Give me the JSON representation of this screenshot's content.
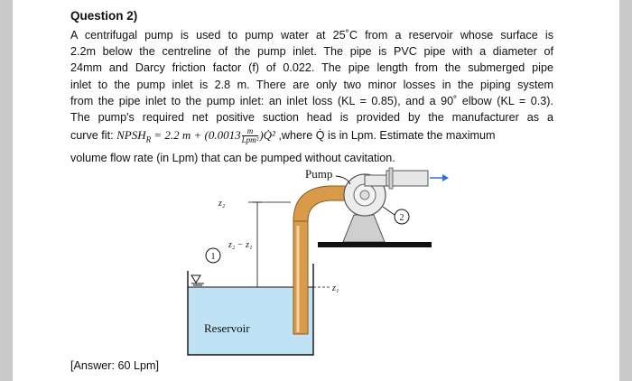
{
  "question": {
    "title": "Question 2)",
    "lines": [
      "A centrifugal pump is used to pump water at 25˚C from a reservoir whose surface is",
      "2.2m below the centreline of the pump inlet. The pipe is PVC pipe with a diameter of",
      "24mm and Darcy friction factor (f) of 0.022. The pipe length from the submerged pipe",
      "inlet to the pump inlet is 2.8 m. There are only two minor losses in the piping system",
      "from the pipe inlet to the pump inlet: an inlet loss (KL = 0.85), and a 90˚ elbow (KL = 0.3).",
      "The pump's required net positive suction head is provided by the manufacturer as a"
    ],
    "formula_line": {
      "lead": "curve fit: ",
      "lhs": "NPSH",
      "lhs_sub": "R",
      "rhs_a": " = 2.2 m + (0.0013",
      "frac_num": "m",
      "frac_den": "Lpm²",
      "rhs_b": ")Q̇²",
      "tail": " ,where Q̇ is in Lpm. Estimate the maximum"
    },
    "last_line": "volume flow rate (in Lpm) that can be pumped without cavitation."
  },
  "figure": {
    "pump_label": "Pump",
    "reservoir_label": "Reservoir",
    "point_1": "1",
    "point_2": "2",
    "z2_label": "z₂",
    "z2z1_label": "z₂ − z₁",
    "z1_label": "z₁",
    "water_color": "#bfe3f5",
    "pipe_color": "#d99a4a"
  },
  "answer": "[Answer: 60 Lpm]"
}
